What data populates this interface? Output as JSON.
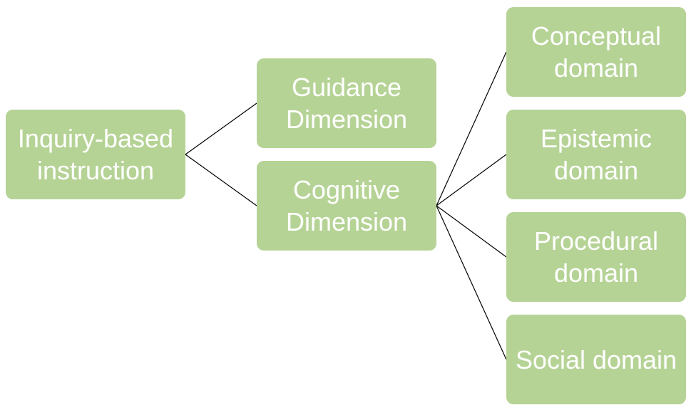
{
  "colors": {
    "node_fill": "#b6d396",
    "node_text": "#ffffff",
    "connector": "#000000"
  },
  "nodes": {
    "root": "Inquiry-based\ninstruction",
    "guidance": "Guidance\nDimension",
    "cognitive": "Cognitive\nDimension",
    "conceptual": "Conceptual\ndomain",
    "epistemic": "Epistemic\ndomain",
    "procedural": "Procedural\ndomain",
    "social": "Social domain"
  },
  "edges": [
    [
      "root",
      "guidance"
    ],
    [
      "root",
      "cognitive"
    ],
    [
      "cognitive",
      "conceptual"
    ],
    [
      "cognitive",
      "epistemic"
    ],
    [
      "cognitive",
      "procedural"
    ],
    [
      "cognitive",
      "social"
    ]
  ]
}
